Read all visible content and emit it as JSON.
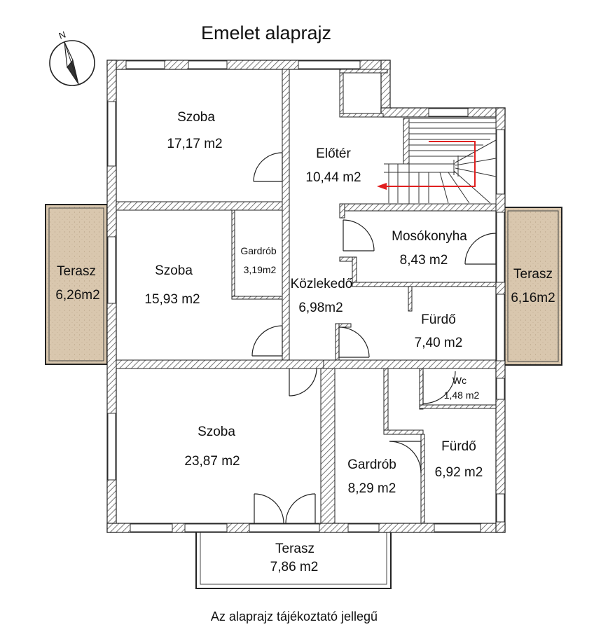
{
  "title": "Emelet alaprajz",
  "footer_note": "Az alaprajz tájékoztató jellegű",
  "compass_letter": "N",
  "colors": {
    "wall_fill": "#ffffff",
    "wall_hatch": "#555555",
    "outline": "#222222",
    "terrace_fill": "#d9c7ae",
    "stair_arrow": "#e02020"
  },
  "rooms": [
    {
      "id": "szoba-1",
      "name": "Szoba",
      "area": "17,17 m2"
    },
    {
      "id": "eloter",
      "name": "Előtér",
      "area": "10,44 m2"
    },
    {
      "id": "szoba-2",
      "name": "Szoba",
      "area": "15,93 m2"
    },
    {
      "id": "gardrob-1",
      "name": "Gardrób",
      "area": "3,19m2"
    },
    {
      "id": "mosokonyha",
      "name": "Mosókonyha",
      "area": "8,43 m2"
    },
    {
      "id": "terasz-left",
      "name": "Terasz",
      "area": "6,26m2"
    },
    {
      "id": "terasz-right",
      "name": "Terasz",
      "area": "6,16m2"
    },
    {
      "id": "kozlekedo",
      "name": "Közlekedő",
      "area": "6,98m2"
    },
    {
      "id": "furdo-1",
      "name": "Fürdő",
      "area": "7,40 m2"
    },
    {
      "id": "wc",
      "name": "Wc",
      "area": "1,48 m2"
    },
    {
      "id": "szoba-3",
      "name": "Szoba",
      "area": "23,87 m2"
    },
    {
      "id": "furdo-2",
      "name": "Fürdő",
      "area": "6,92 m2"
    },
    {
      "id": "gardrob-2",
      "name": "Gardrób",
      "area": "8,29 m2"
    },
    {
      "id": "terasz-bottom",
      "name": "Terasz",
      "area": "7,86 m2"
    }
  ]
}
